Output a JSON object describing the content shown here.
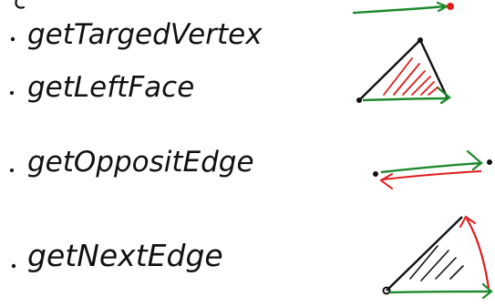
{
  "items": [
    {
      "label": "getTargedVertex",
      "bullet": "•"
    },
    {
      "label": "getLeftFace",
      "bullet": "•"
    },
    {
      "label": "getOppositEdge",
      "bullet": "•"
    },
    {
      "label": "getNextEdge",
      "bullet": "•"
    }
  ],
  "colors": {
    "ink": "#111111",
    "green": "#1e8a2e",
    "red": "#e01c1c"
  }
}
